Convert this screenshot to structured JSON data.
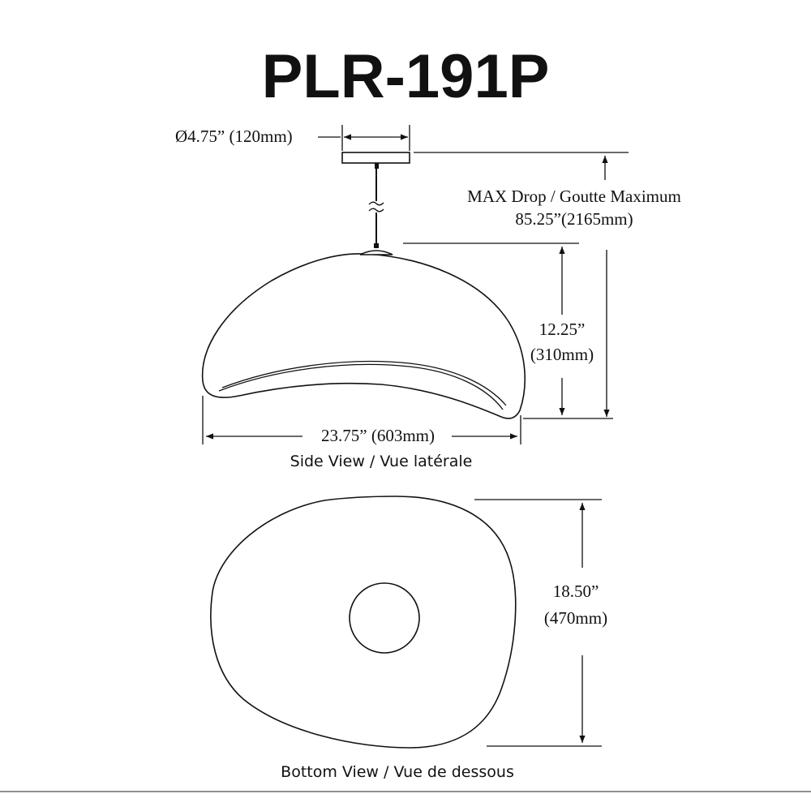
{
  "title": "PLR-191P",
  "dimensions": {
    "canopy_diameter": "Ø4.75” (120mm)",
    "max_drop_label": "MAX Drop / Goutte Maximum",
    "max_drop_value": "85.25”(2165mm)",
    "shade_height_in": "12.25”",
    "shade_height_mm": "(310mm)",
    "shade_width": "23.75” (603mm)",
    "shade_depth_in": "18.50”",
    "shade_depth_mm": "(470mm)"
  },
  "views": {
    "side": "Side View / Vue latérale",
    "bottom": "Bottom View / Vue de dessous"
  }
}
